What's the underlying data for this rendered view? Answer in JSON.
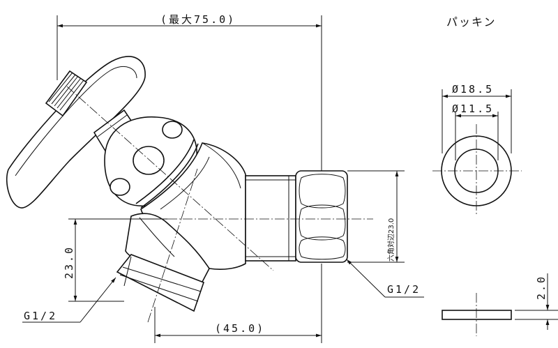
{
  "dimensions": {
    "overall_width": "(最大75.0)",
    "bottom_width": "(45.0)",
    "left_height": "23.0",
    "hex_across": "六角対辺23.0",
    "thread_left": "G1/2",
    "thread_right": "G1/2"
  },
  "gasket": {
    "title": "パッキン",
    "outer_diameter": "Ø18.5",
    "inner_diameter": "Ø11.5",
    "thickness": "2.0"
  }
}
